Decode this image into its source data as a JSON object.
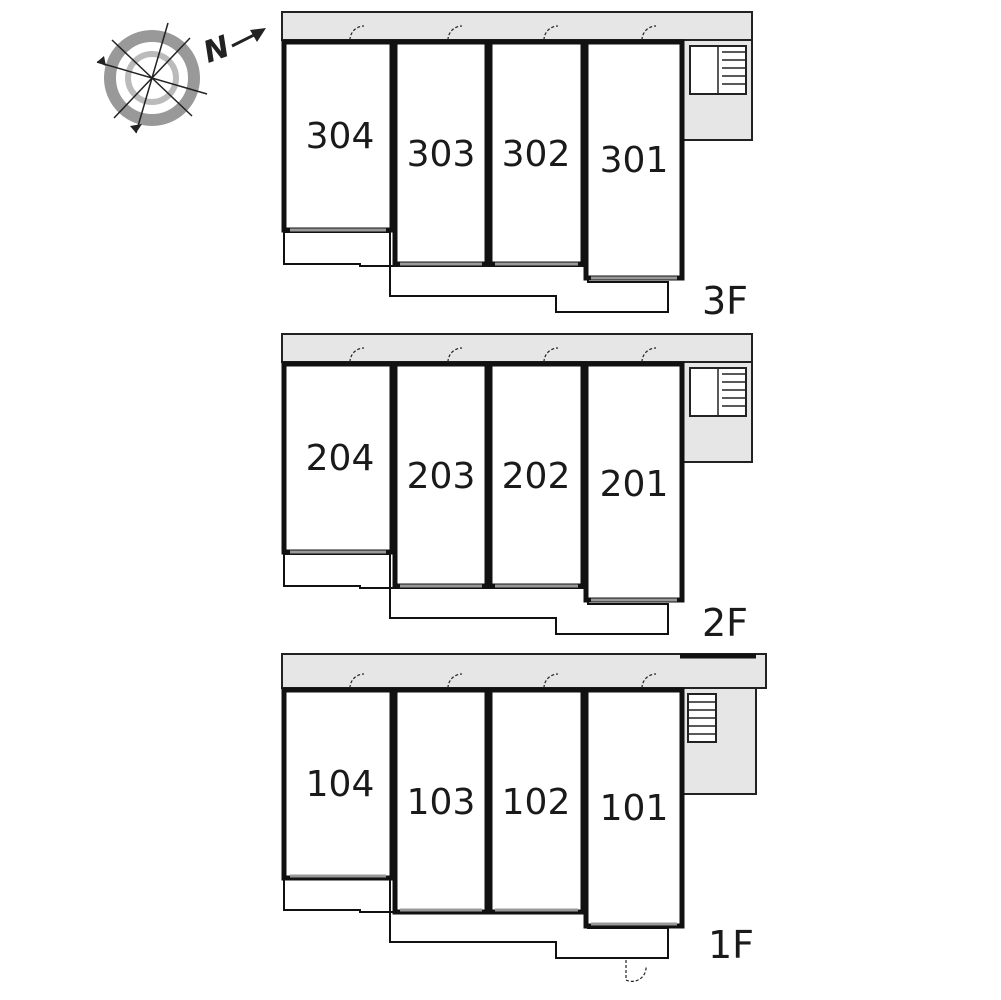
{
  "compass": {
    "north_letter": "N",
    "icon": "compass-rose-icon"
  },
  "floors": [
    {
      "label": "3F",
      "units": [
        "304",
        "303",
        "302",
        "301"
      ]
    },
    {
      "label": "2F",
      "units": [
        "204",
        "203",
        "202",
        "201"
      ]
    },
    {
      "label": "1F",
      "units": [
        "104",
        "103",
        "102",
        "101"
      ]
    }
  ]
}
